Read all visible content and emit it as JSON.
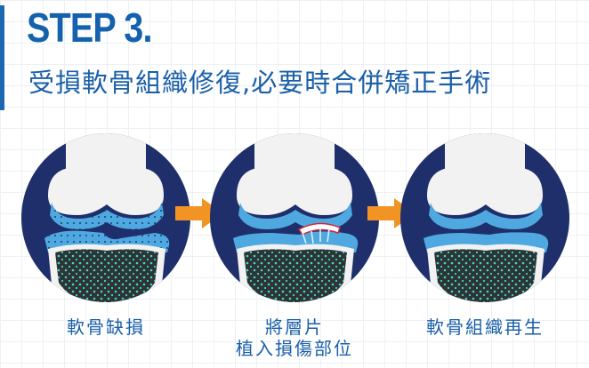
{
  "header": {
    "step_label": "STEP 3.",
    "subtitle": "受損軟骨組織修復,必要時合併矯正手術"
  },
  "stages": [
    {
      "caption_lines": [
        "軟骨缺損"
      ]
    },
    {
      "caption_lines": [
        "將層片",
        "植入損傷部位"
      ]
    },
    {
      "caption_lines": [
        "軟骨組織再生"
      ]
    }
  ],
  "colors": {
    "brand_blue": "#1462ae",
    "circle_bg": "#1f2f6b",
    "cartilage": "#4fa9e0",
    "arrow": "#f29423",
    "bone_dots": "#3ed9c0"
  }
}
